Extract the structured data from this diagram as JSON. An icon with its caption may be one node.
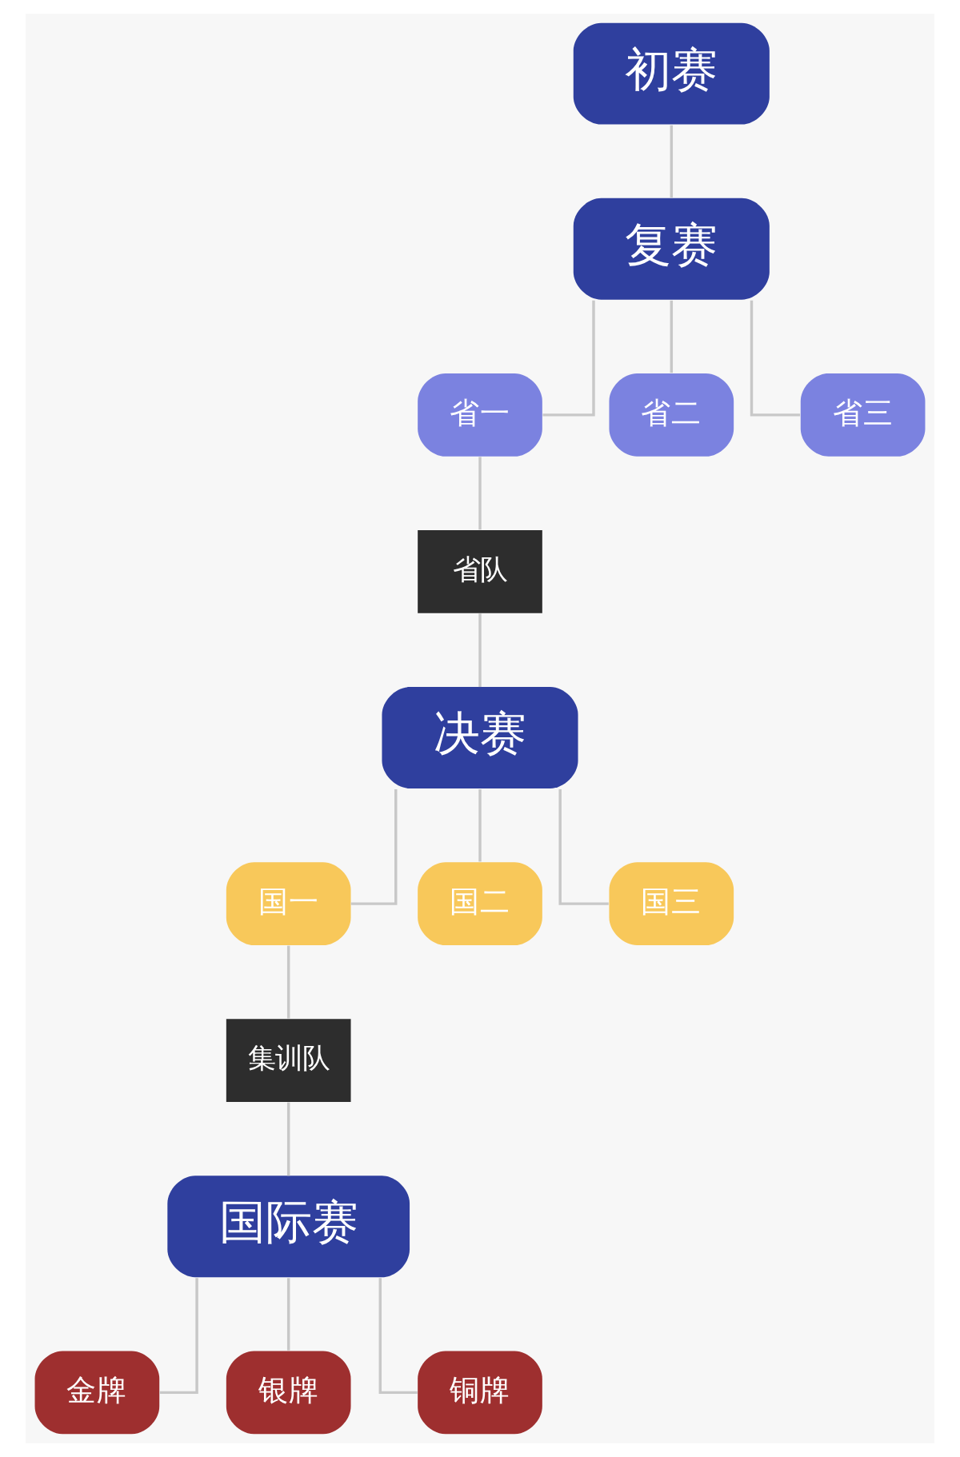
{
  "diagram": {
    "nodes": [
      {
        "text": [
          "初赛"
        ]
      },
      {
        "text": [
          "复赛"
        ]
      },
      {
        "text": [
          "省一"
        ]
      },
      {
        "text": [
          "省二"
        ]
      },
      {
        "text": [
          "省三"
        ]
      },
      {
        "text": [
          "省队"
        ]
      },
      {
        "text": [
          "决赛"
        ]
      },
      {
        "text": [
          "国一"
        ]
      },
      {
        "text": [
          "国二"
        ]
      },
      {
        "text": [
          "国三"
        ]
      },
      {
        "text": [
          "集训队"
        ]
      },
      {
        "text": [
          "国际赛"
        ]
      },
      {
        "text": [
          "金牌"
        ]
      },
      {
        "text": [
          "银牌"
        ]
      },
      {
        "text": [
          "铜牌"
        ]
      }
    ],
    "edges": [
      {
        "from": 0,
        "to": 1,
        "arrow": "none"
      },
      {
        "from": 1,
        "to": 2,
        "arrow": "none"
      },
      {
        "from": 1,
        "to": 3,
        "arrow": "none"
      },
      {
        "from": 1,
        "to": 4,
        "arrow": "none"
      },
      {
        "from": 2,
        "to": 5,
        "arrow": "none"
      },
      {
        "from": 5,
        "to": 6,
        "arrow": "none"
      },
      {
        "from": 6,
        "to": 7,
        "arrow": "none"
      },
      {
        "from": 6,
        "to": 8,
        "arrow": "none"
      },
      {
        "from": 6,
        "to": 9,
        "arrow": "none"
      },
      {
        "from": 7,
        "to": 10,
        "arrow": "none"
      },
      {
        "from": 10,
        "to": 11,
        "arrow": "none"
      },
      {
        "from": 11,
        "to": 12,
        "arrow": "none"
      },
      {
        "from": 11,
        "to": 13,
        "arrow": "none"
      },
      {
        "from": 11,
        "to": 14,
        "arrow": "none"
      }
    ]
  }
}
